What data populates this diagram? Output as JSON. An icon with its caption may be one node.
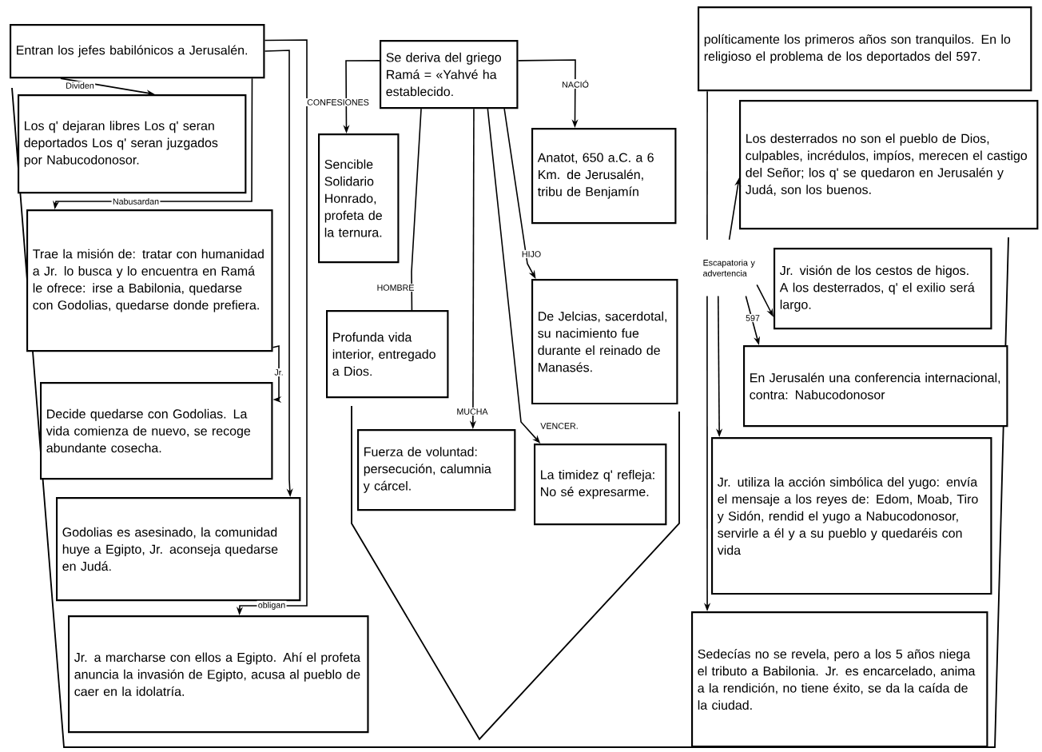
{
  "diagram": {
    "nodes": [
      {
        "text": [
          "Se deriva del griego Ramá = «Yahvé ha establecido."
        ]
      },
      {
        "text": [
          "Entran los jefes babilónicos a Jerusalén."
        ]
      },
      {
        "text": [
          "Los q' dejaran libres Los q' seran deportados Los q' seran juzgados por Nabucodonosor."
        ]
      },
      {
        "text": [
          "Trae la misión de: tratar con humanidad a Jr. lo busca y lo encuentra en Ramá le ofrece: irse a Babilonia, quedarse con Godolias, quedarse donde prefiera."
        ]
      },
      {
        "text": [
          "Decide quedarse con Godolias. La vida comienza de nuevo, se recoge abundante cosecha."
        ]
      },
      {
        "text": [
          "Godolias es asesinado, la comunidad huye a Egipto, Jr. aconseja quedarse en Judá."
        ]
      },
      {
        "text": [
          "Jr. a marcharse con ellos a Egipto. Ahí el profeta anuncia la invasión de Egipto, acusa al pueblo de caer en la idolatría."
        ]
      },
      {
        "text": [
          "Sencible Solidario Honrado, profeta de la ternura."
        ]
      },
      {
        "text": [
          "Anatot, 650 a.C. a 6 Km. de Jerusalén, tribu de Benjamín"
        ]
      },
      {
        "text": [
          "Profunda vida interior, entregado a Dios."
        ]
      },
      {
        "text": [
          "De Jelcias, sacerdotal, su nacimiento fue durante el reinado de Manasés."
        ]
      },
      {
        "text": [
          "Fuerza de voluntad: persecución, calumnia y cárcel."
        ]
      },
      {
        "text": [
          "La timidez q' refleja: No sé expresarme."
        ]
      },
      {
        "text": [
          "políticamente los primeros años son tranquilos. En lo religioso el problema de los deportados del 597."
        ]
      },
      {
        "text": [
          "Los desterrados no son el pueblo de Dios, culpables, incrédulos, impíos, merecen el castigo del Señor; los q' se quedaron en Jerusalén y Judá, son los buenos."
        ]
      },
      {
        "text": [
          "Jr. visión de los cestos de higos. A los desterrados, q' el exilio será largo."
        ]
      },
      {
        "text": [
          "En Jerusalén una conferencia internacional, contra: Nabucodonosor"
        ]
      },
      {
        "text": [
          "Jr. utiliza la acción simbólica del yugo: envía el mensaje a los reyes de: Edom, Moab, Tiro y Sidón, rendid el yugo a Nabucodonosor, servirle a él y a su pueblo y quedaréis con vida"
        ]
      },
      {
        "text": [
          "Sedecías no se revela, pero a los 5 años niega el tributo a Babilonia. Jr. es encarcelado, anima a la rendición, no tiene éxito, se da la caída de la ciudad."
        ]
      },
      {
        "text": [
          "Escapatoria y advertencia"
        ]
      }
    ],
    "edges": [
      {
        "from": 1,
        "to": 2,
        "arrow": "to",
        "label": "Dividen"
      },
      {
        "from": 1,
        "to": 3,
        "arrow": "to",
        "label": "Nabusardan"
      },
      {
        "from": 3,
        "to": 4,
        "arrow": "to",
        "label": "Jr."
      },
      {
        "from": 1,
        "to": 5,
        "arrow": "to"
      },
      {
        "from": 1,
        "to": 6,
        "arrow": "to",
        "label": "obligan"
      },
      {
        "from": 0,
        "to": 7,
        "arrow": "to",
        "label": "CONFESIONES"
      },
      {
        "from": 0,
        "to": 8,
        "arrow": "to",
        "label": "NACIÓ"
      },
      {
        "from": 0,
        "to": 9,
        "arrow": "none",
        "label": "HOMBRE"
      },
      {
        "from": 0,
        "to": 10,
        "arrow": "to",
        "label": "HIJO"
      },
      {
        "from": 0,
        "to": 11,
        "arrow": "to",
        "label": "MUCHA"
      },
      {
        "from": 0,
        "to": 12,
        "arrow": "to",
        "label": "VENCER."
      },
      {
        "from": 19,
        "to": 14,
        "arrow": "to"
      },
      {
        "from": 19,
        "to": 15,
        "arrow": "to"
      },
      {
        "from": 19,
        "to": 16,
        "arrow": "to",
        "label": "597"
      },
      {
        "from": 19,
        "to": 17,
        "arrow": "to"
      },
      {
        "from": 13,
        "to": 19,
        "arrow": "none"
      },
      {
        "from": 19,
        "to": 18,
        "arrow": "to"
      }
    ]
  }
}
